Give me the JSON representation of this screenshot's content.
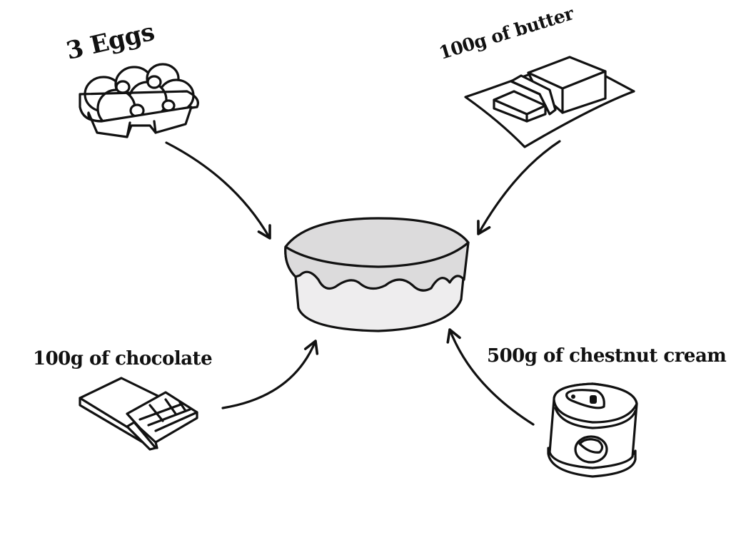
{
  "diagram": {
    "title": "Chestnut chocolate cake ingredients",
    "center": {
      "name": "cake",
      "icon": "cake-icon"
    },
    "ingredients": [
      {
        "label": "3 Eggs",
        "icon": "egg-carton-icon",
        "position": "top-left"
      },
      {
        "label": "100g of butter",
        "icon": "butter-block-icon",
        "position": "top-right"
      },
      {
        "label": "100g of chocolate",
        "icon": "chocolate-bar-icon",
        "position": "bottom-left"
      },
      {
        "label": "500g of chestnut cream",
        "icon": "tin-can-icon",
        "position": "bottom-right"
      }
    ],
    "colors": {
      "ink": "#111111",
      "cake_top": "#dcdbdc",
      "cake_side": "#eeedee",
      "background": "#ffffff"
    }
  }
}
